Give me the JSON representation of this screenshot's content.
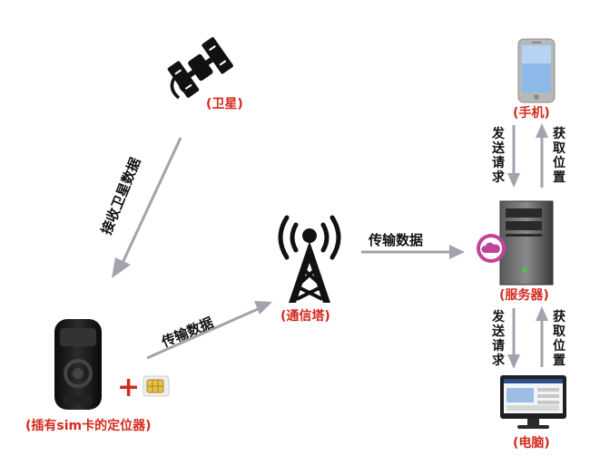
{
  "nodes": {
    "satellite": {
      "label": "(卫星)"
    },
    "tower": {
      "label": "(通信塔)"
    },
    "phone": {
      "label": "(手机)"
    },
    "server": {
      "label": "(服务器)"
    },
    "computer": {
      "label": "(电脑)"
    },
    "tracker": {
      "label": "(插有sim卡的定位器)"
    }
  },
  "edges": {
    "satellite_to_tracker": {
      "label": "接收卫星数据"
    },
    "tracker_to_tower": {
      "label": "传输数据"
    },
    "tower_to_server": {
      "label": "传输数据"
    },
    "phone_send": [
      "发",
      "送",
      "请",
      "求"
    ],
    "phone_get": [
      "获",
      "取",
      "位",
      "置"
    ],
    "computer_send": [
      "发",
      "送",
      "请",
      "求"
    ],
    "computer_get": [
      "获",
      "取",
      "位",
      "置"
    ]
  },
  "plus_symbol": "+",
  "colors": {
    "label_red": "#d42a1e",
    "arrow_gray": "#a3a3ad",
    "device_black": "#1a1a1a",
    "cloud_magenta": "#c2449a"
  }
}
